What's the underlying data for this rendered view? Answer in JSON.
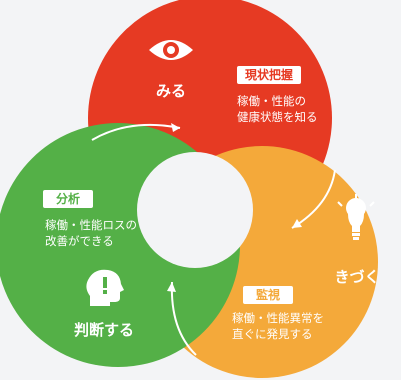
{
  "colors": {
    "red": "#e63a23",
    "orange": "#f4a93a",
    "green": "#54b047",
    "background": "#f3f4f6",
    "white": "#ffffff"
  },
  "stages": {
    "see": {
      "title": "みる",
      "icon": "eye-icon",
      "tag": "現状把握",
      "desc_line1": "稼働・性能の",
      "desc_line2": "健康状態を知る"
    },
    "notice": {
      "title": "きづく",
      "icon": "lightbulb-icon",
      "tag": "監視",
      "desc_line1": "稼働・性能異常を",
      "desc_line2": "直ぐに発見する"
    },
    "judge": {
      "title": "判断する",
      "icon": "head-exclamation-icon",
      "tag": "分析",
      "desc_line1": "稼働・性能ロスの",
      "desc_line2": "改善ができる"
    }
  }
}
